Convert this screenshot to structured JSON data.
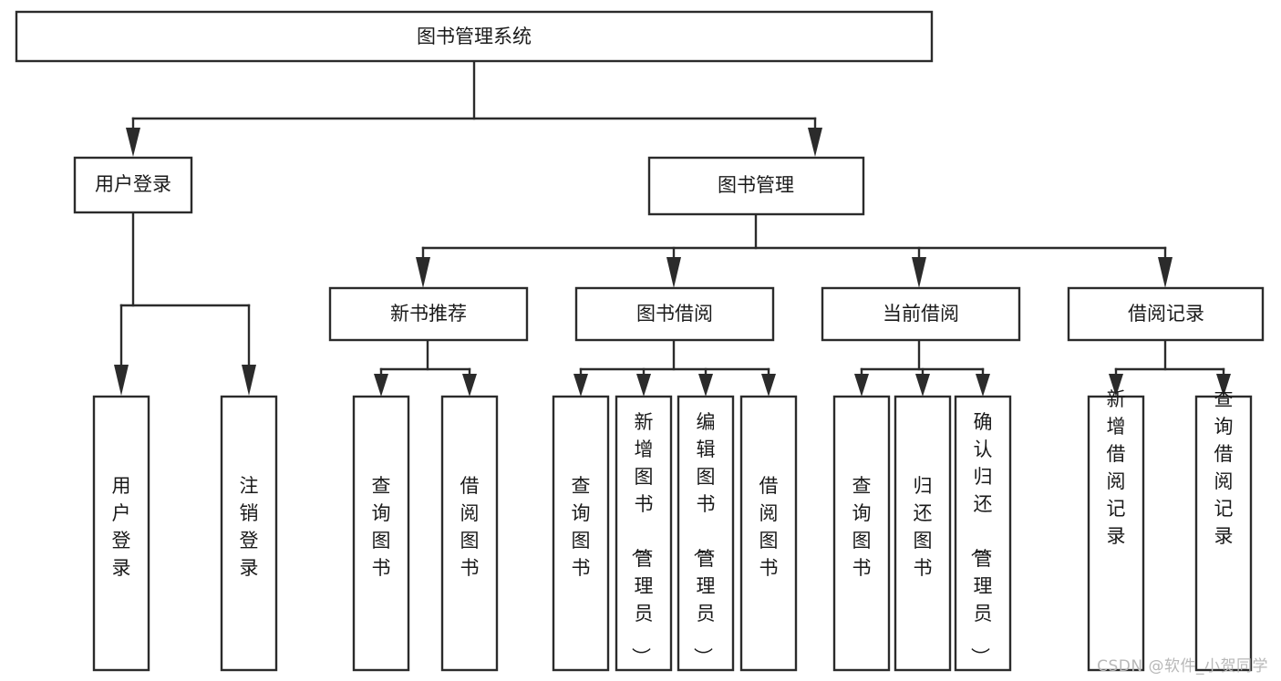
{
  "diagram": {
    "title": "图书管理系统",
    "type": "tree",
    "watermark": "CSDN @软件_小贺同学",
    "colors": {
      "background": "#ffffff",
      "stroke": "#2b2b2b",
      "box_fill": "#ffffff",
      "text": "#1a1a1a",
      "watermark": "#b8b8b8"
    },
    "nodes": {
      "root": {
        "label": "图书管理系统"
      },
      "level2": [
        {
          "label": "用户登录"
        },
        {
          "label": "图书管理"
        }
      ],
      "level3": [
        {
          "label": "新书推荐"
        },
        {
          "label": "图书借阅"
        },
        {
          "label": "当前借阅"
        },
        {
          "label": "借阅记录"
        }
      ],
      "leaves_user_login": [
        {
          "label": "用户登录"
        },
        {
          "label": "注销登录"
        }
      ],
      "leaves_new_books": [
        {
          "label": "查询图书"
        },
        {
          "label": "借阅图书"
        }
      ],
      "leaves_borrow": [
        {
          "label": "查询图书"
        },
        {
          "label": "新增图书（管理员）"
        },
        {
          "label": "编辑图书（管理员）"
        },
        {
          "label": "借阅图书"
        }
      ],
      "leaves_current": [
        {
          "label": "查询图书"
        },
        {
          "label": "归还图书"
        },
        {
          "label": "确认归还（管理员）"
        }
      ],
      "leaves_records": [
        {
          "label": "新增借阅记录"
        },
        {
          "label": "查询借阅记录"
        }
      ]
    }
  }
}
